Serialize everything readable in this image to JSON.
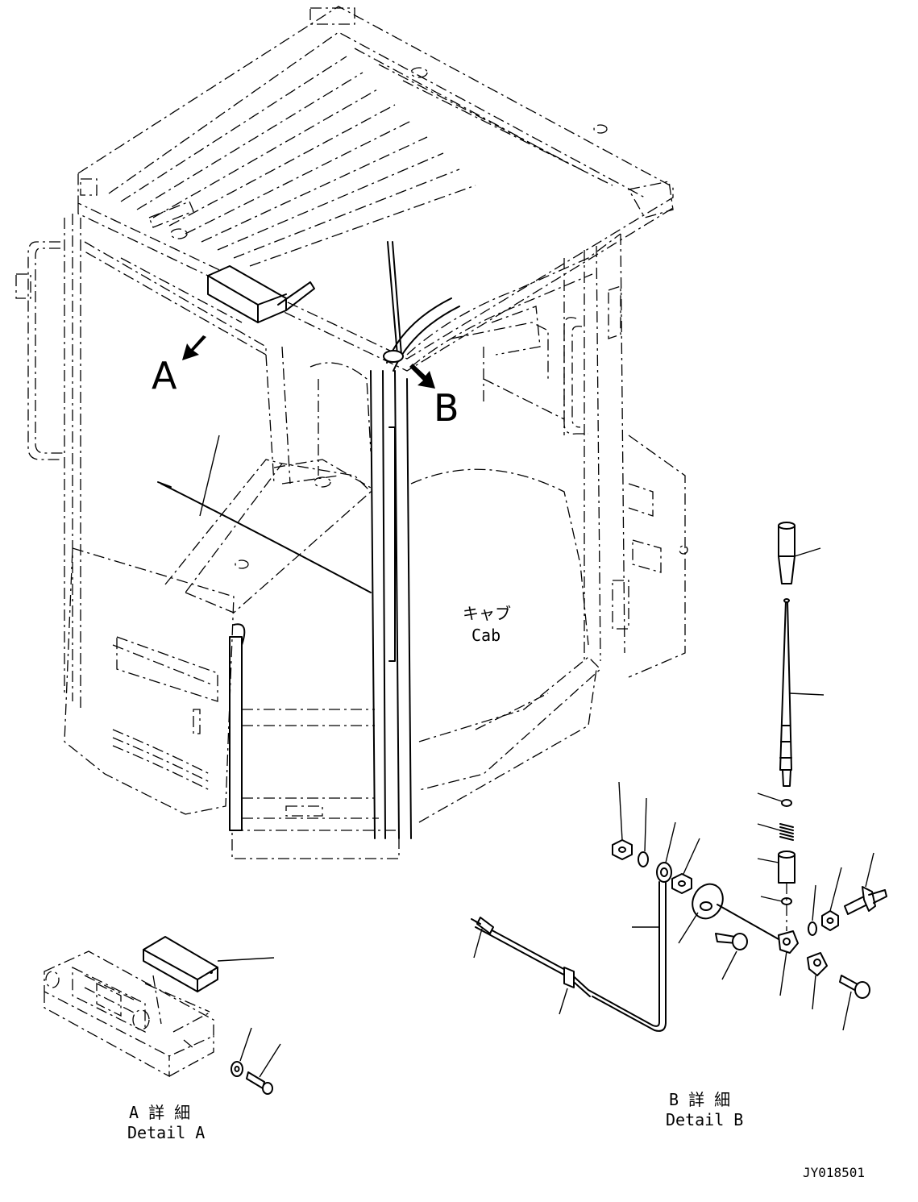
{
  "view_labels": {
    "a": "A",
    "b": "B"
  },
  "cab": {
    "jp": "キャブ",
    "en": "Cab"
  },
  "detail_a": {
    "jp": "A 詳 細",
    "en": "Detail A"
  },
  "detail_b": {
    "jp": "B 詳 細",
    "en": "Detail B"
  },
  "drawing_id": "JY018501"
}
